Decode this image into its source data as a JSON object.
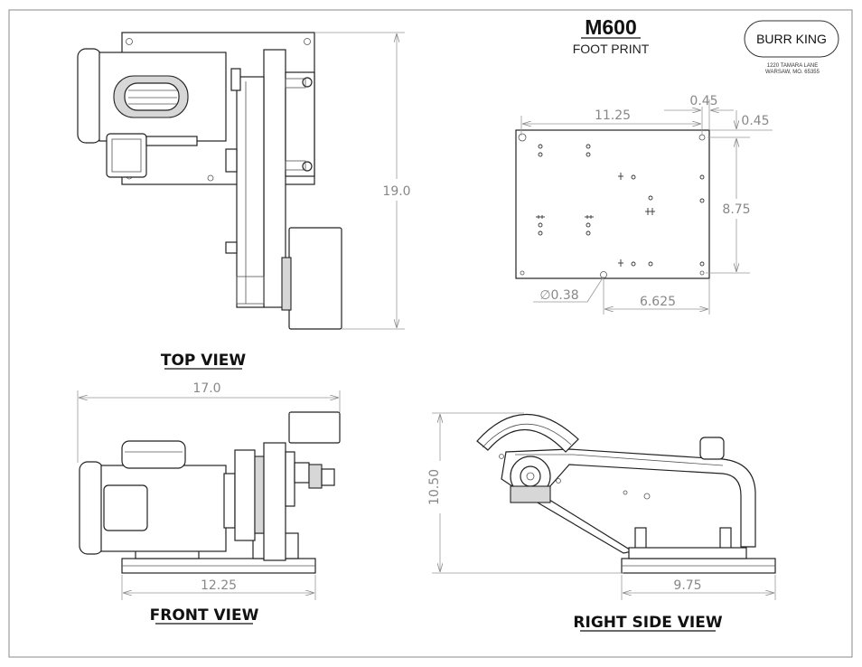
{
  "title_block": {
    "model": "M600",
    "subtitle": "FOOT PRINT",
    "brand": "BURR KING",
    "address_line1": "1220 TAMARA LANE",
    "address_line2": "WARSAW, MO. 65355"
  },
  "views": {
    "top": {
      "label": "TOP VIEW",
      "dim_overall": "19.0"
    },
    "front": {
      "label": "FRONT VIEW",
      "dim_width": "17.0",
      "dim_base": "12.25"
    },
    "right_side": {
      "label": "RIGHT SIDE VIEW",
      "dim_height": "10.50",
      "dim_base": "9.75"
    },
    "footprint": {
      "dim_width": "11.25",
      "dim_offset_x": "0.45",
      "dim_offset_y": "0.45",
      "dim_height": "8.75",
      "dim_hole": "∅0.38",
      "dim_hole_pos": "6.625"
    }
  }
}
